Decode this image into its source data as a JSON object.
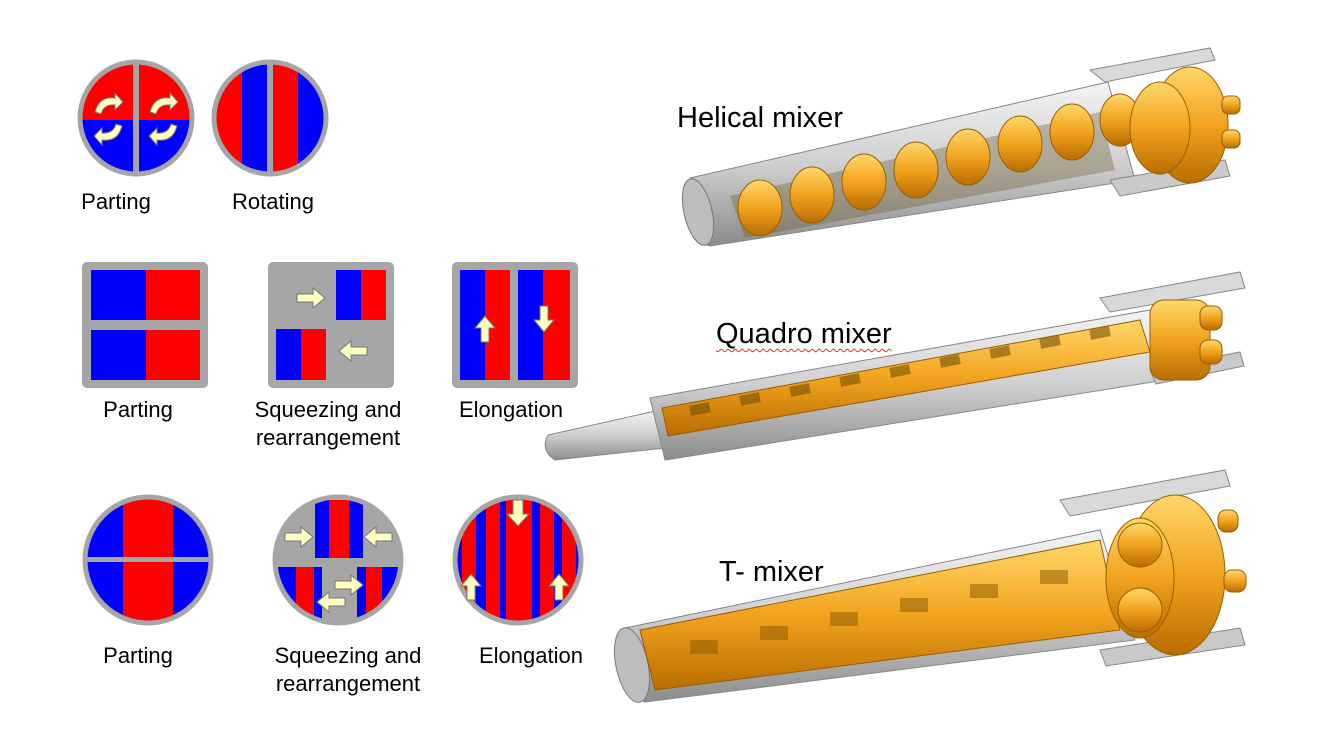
{
  "colors": {
    "red": "#ff0000",
    "blue": "#0000ff",
    "gray": "#a6a6a6",
    "arrow": "#ffffc0",
    "gold": "#f2a31e"
  },
  "row1": {
    "labels": [
      "Parting",
      "Rotating"
    ]
  },
  "row2": {
    "labels": [
      "Parting",
      "Squeezing and",
      "rearrangement",
      "Elongation"
    ]
  },
  "row3": {
    "labels": [
      "Parting",
      "Squeezing and",
      "rearrangement",
      "Elongation"
    ]
  },
  "mixers": {
    "helical": "Helical mixer",
    "quadro": "Quadro mixer",
    "t": "T- mixer"
  }
}
